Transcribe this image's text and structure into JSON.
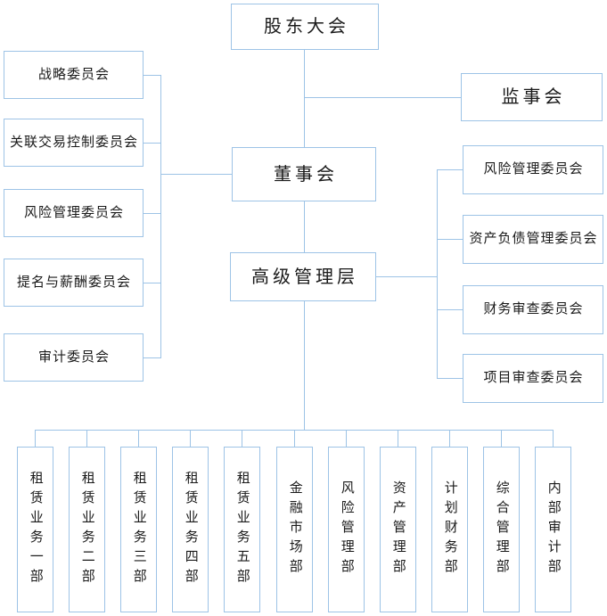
{
  "org_chart": {
    "shareholders_meeting": "股东大会",
    "supervisory_board": "监事会",
    "board_of_directors": "董事会",
    "senior_management": "高级管理层",
    "board_committees": [
      "战略委员会",
      "关联交易控制委员会",
      "风险管理委员会",
      "提名与薪酬委员会",
      "审计委员会"
    ],
    "management_committees": [
      "风险管理委员会",
      "资产负债管理委员会",
      "财务审查委员会",
      "项目审查委员会"
    ],
    "departments": [
      "租赁业务一部",
      "租赁业务二部",
      "租赁业务三部",
      "租赁业务四部",
      "租赁业务五部",
      "金融市场部",
      "风险管理部",
      "资产管理部",
      "计划财务部",
      "综合管理部",
      "内部审计部"
    ]
  },
  "colors": {
    "line": "#9DC3E6",
    "text": "#1A1A1A",
    "box_background": "#FFFFFF"
  }
}
